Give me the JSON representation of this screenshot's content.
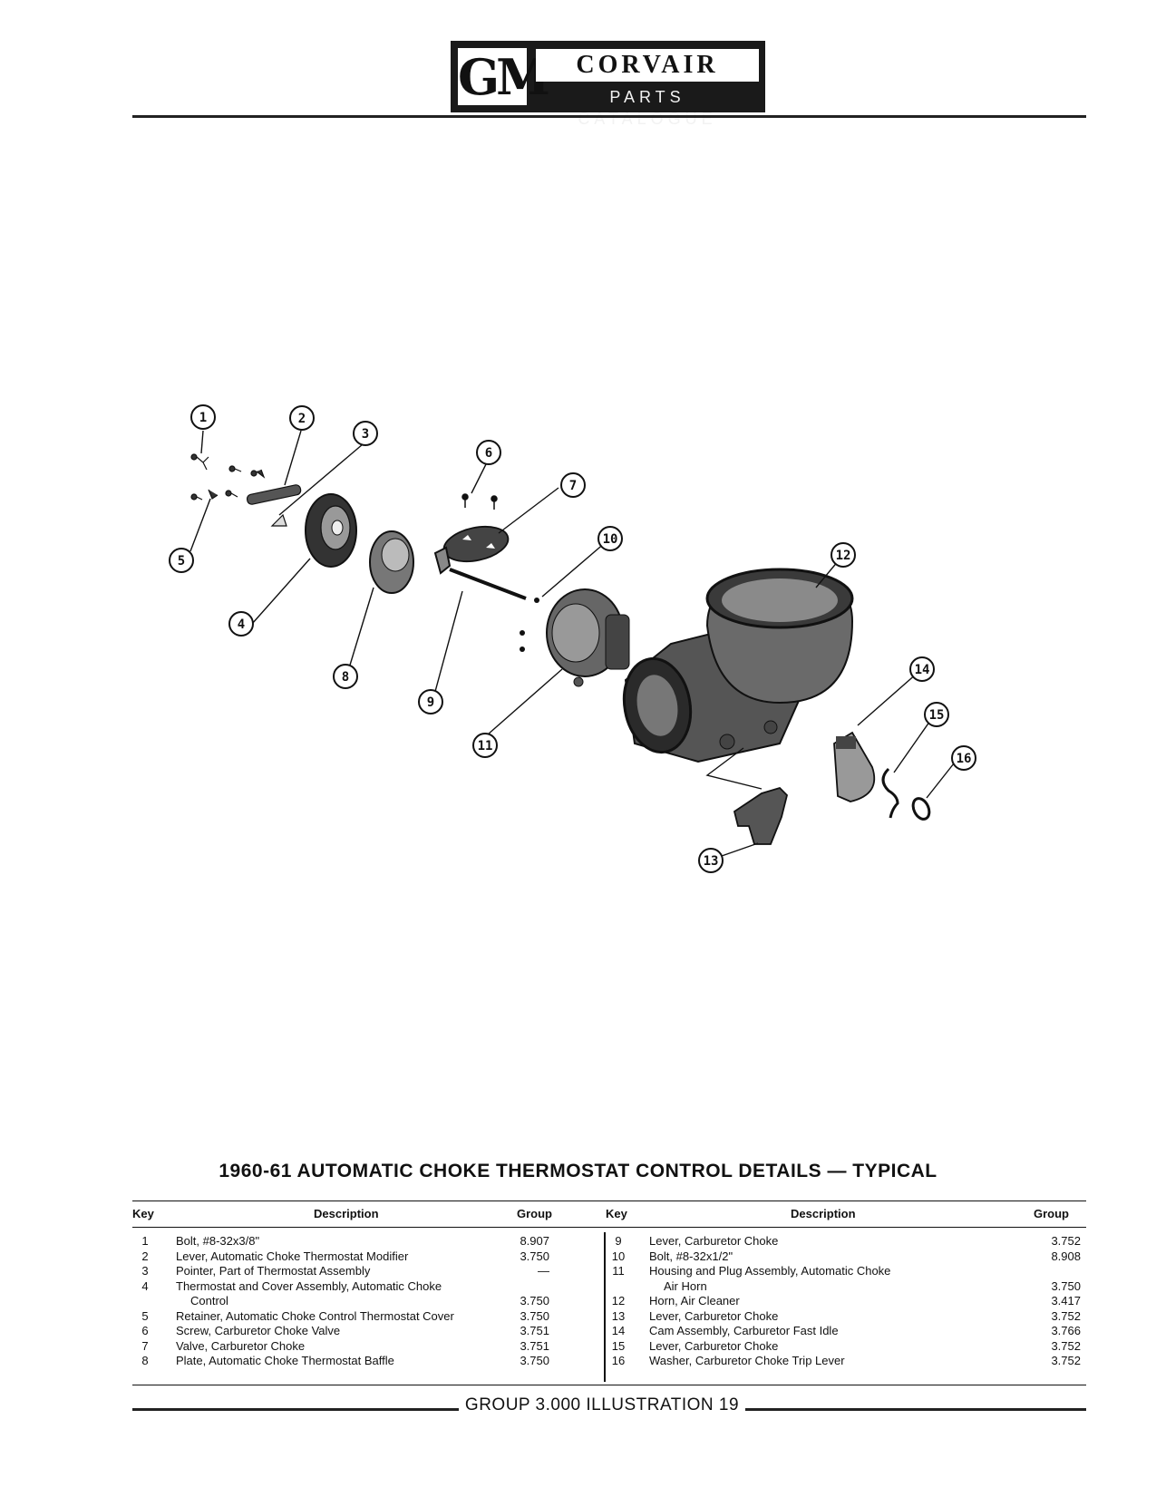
{
  "header": {
    "logo_mark": "GM",
    "brand": "CORVAIR",
    "subtitle": "PARTS CATALOGUE"
  },
  "title": "1960-61 AUTOMATIC CHOKE THERMOSTAT CONTROL DETAILS — TYPICAL",
  "callouts": [
    "1",
    "2",
    "3",
    "4",
    "5",
    "6",
    "7",
    "8",
    "9",
    "10",
    "11",
    "12",
    "13",
    "14",
    "15",
    "16"
  ],
  "table": {
    "headers": {
      "key": "Key",
      "description": "Description",
      "group": "Group"
    },
    "left": [
      {
        "key": "1",
        "desc": "Bolt, #8-32x3/8\"",
        "desc2": "",
        "group": "8.907"
      },
      {
        "key": "2",
        "desc": "Lever, Automatic Choke Thermostat Modifier",
        "desc2": "",
        "group": "3.750"
      },
      {
        "key": "3",
        "desc": "Pointer, Part of Thermostat Assembly",
        "desc2": "",
        "group": "—"
      },
      {
        "key": "4",
        "desc": "Thermostat and Cover Assembly, Automatic Choke",
        "desc2": "Control",
        "group": "3.750"
      },
      {
        "key": "5",
        "desc": "Retainer, Automatic Choke Control Thermostat Cover",
        "desc2": "",
        "group": "3.750"
      },
      {
        "key": "6",
        "desc": "Screw, Carburetor Choke Valve",
        "desc2": "",
        "group": "3.751"
      },
      {
        "key": "7",
        "desc": "Valve, Carburetor Choke",
        "desc2": "",
        "group": "3.751"
      },
      {
        "key": "8",
        "desc": "Plate, Automatic Choke Thermostat Baffle",
        "desc2": "",
        "group": "3.750"
      }
    ],
    "right": [
      {
        "key": "9",
        "desc": "Lever, Carburetor Choke",
        "desc2": "",
        "group": "3.752"
      },
      {
        "key": "10",
        "desc": "Bolt, #8-32x1/2\"",
        "desc2": "",
        "group": "8.908"
      },
      {
        "key": "11",
        "desc": "Housing and Plug Assembly, Automatic Choke",
        "desc2": "Air Horn",
        "group": "3.750"
      },
      {
        "key": "12",
        "desc": "Horn, Air Cleaner",
        "desc2": "",
        "group": "3.417"
      },
      {
        "key": "13",
        "desc": "Lever, Carburetor Choke",
        "desc2": "",
        "group": "3.752"
      },
      {
        "key": "14",
        "desc": "Cam Assembly, Carburetor Fast Idle",
        "desc2": "",
        "group": "3.766"
      },
      {
        "key": "15",
        "desc": "Lever, Carburetor Choke",
        "desc2": "",
        "group": "3.752"
      },
      {
        "key": "16",
        "desc": "Washer, Carburetor Choke Trip Lever",
        "desc2": "",
        "group": "3.752"
      }
    ]
  },
  "footer": "GROUP 3.000 ILLUSTRATION 19"
}
